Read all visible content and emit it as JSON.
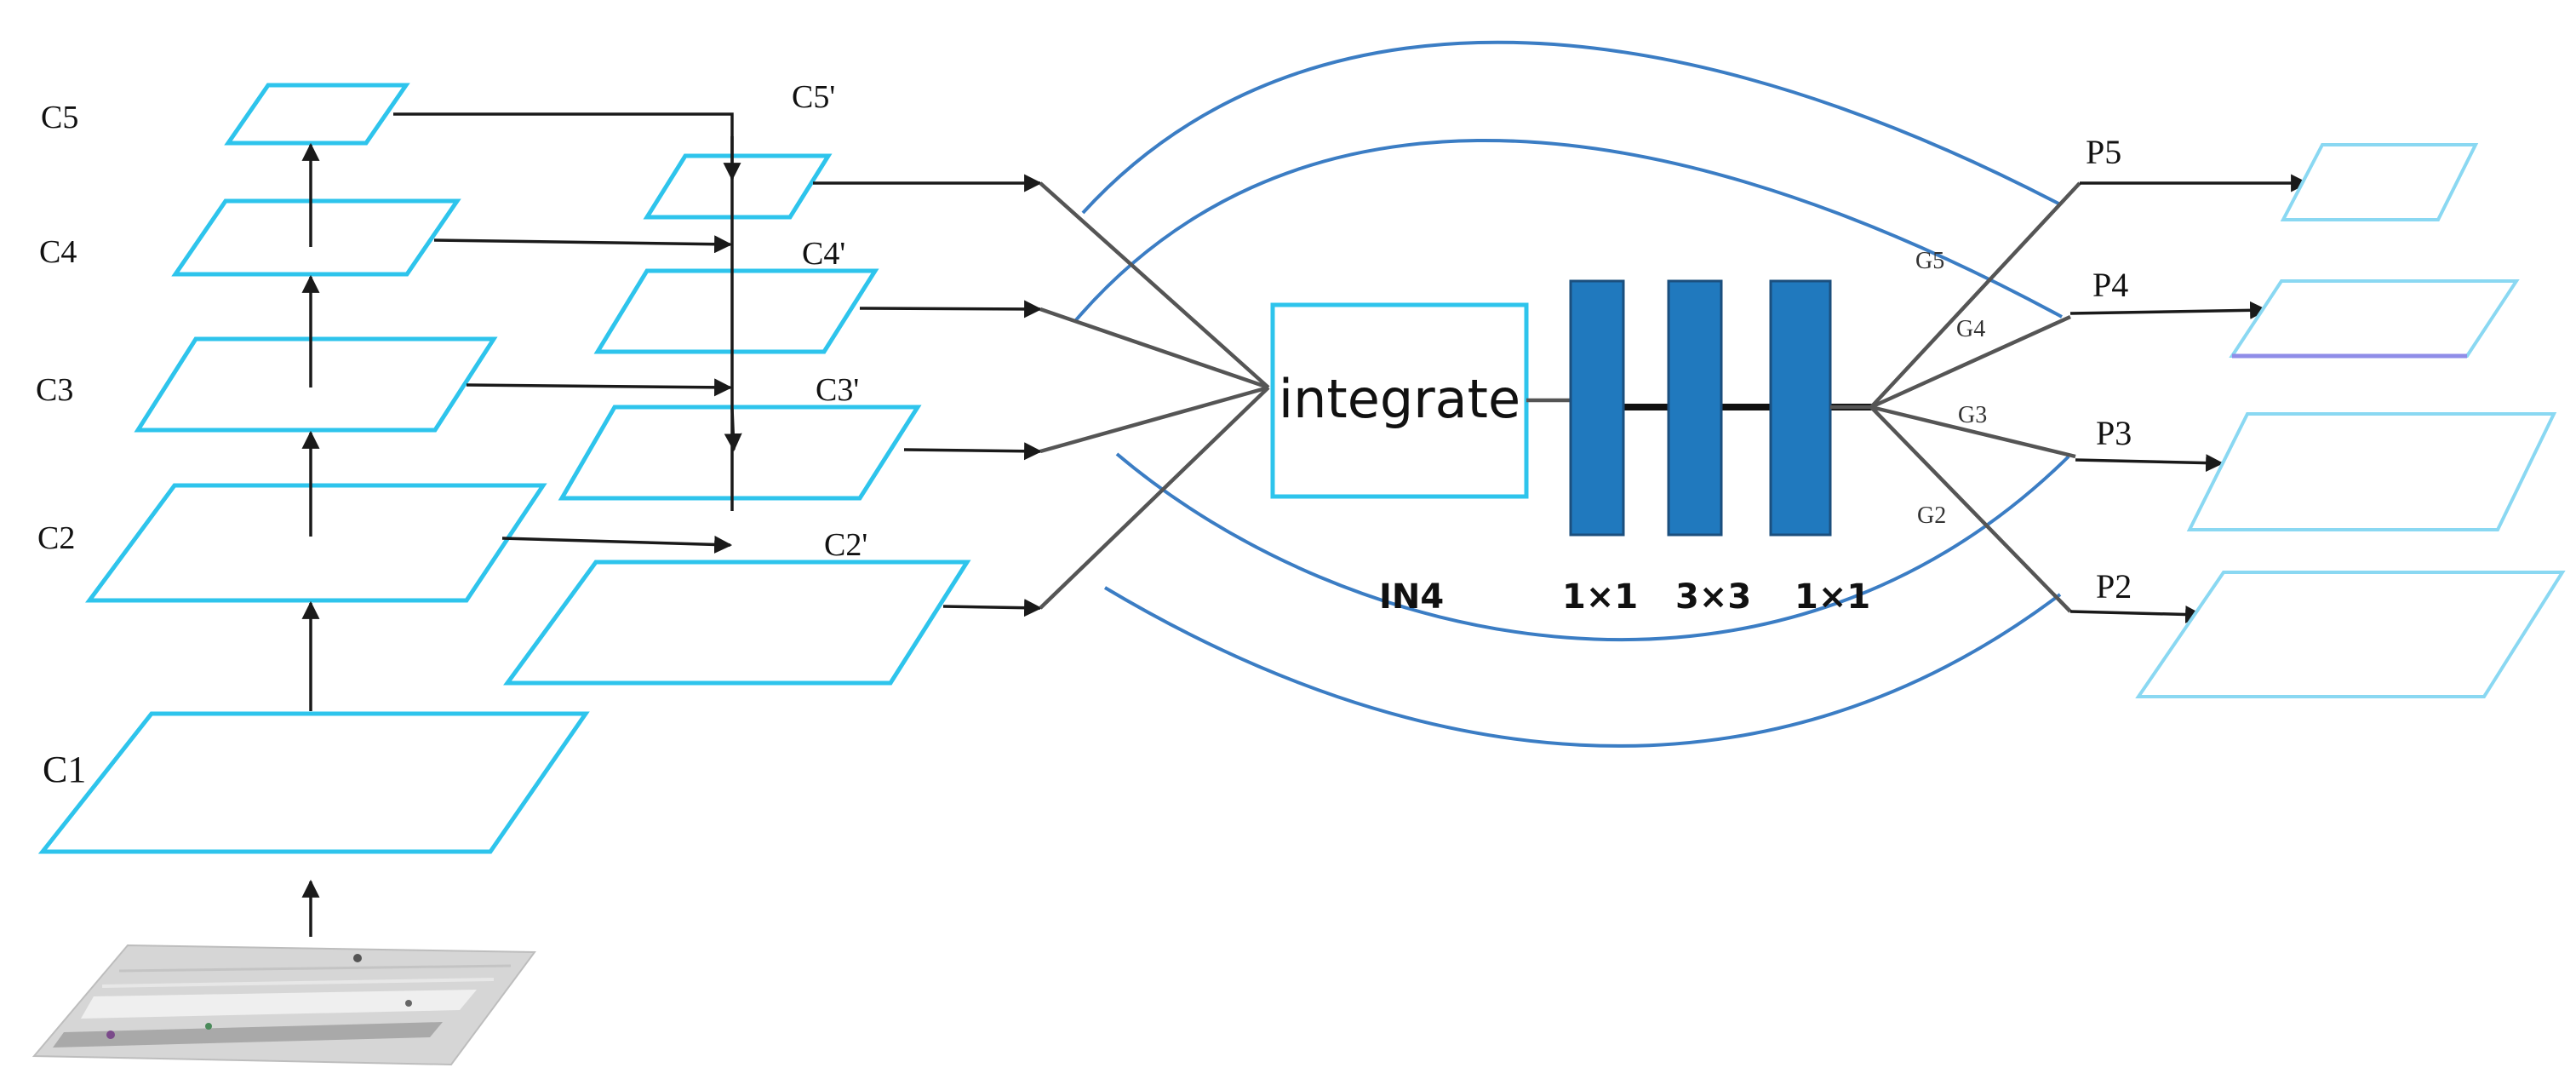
{
  "backbone_labels": {
    "c5": "C5",
    "c4": "C4",
    "c3": "C3",
    "c2": "C2",
    "c1": "C1"
  },
  "lateral_labels": {
    "c5p": "C5'",
    "c4p": "C4'",
    "c3p": "C3'",
    "c2p": "C2'"
  },
  "integrate_label": "integrate",
  "module_label": "IN4",
  "conv_labels": [
    "1×1",
    "3×3",
    "1×1"
  ],
  "gate_labels": {
    "g5": "G5",
    "g4": "G4",
    "g3": "G3",
    "g2": "G2"
  },
  "output_labels": {
    "p5": "P5",
    "p4": "P4",
    "p3": "P3",
    "p2": "P2"
  },
  "colors": {
    "plane_stroke": "#2ec4ec",
    "block_fill": "#2079be",
    "curve_stroke": "#3b7dc4"
  }
}
